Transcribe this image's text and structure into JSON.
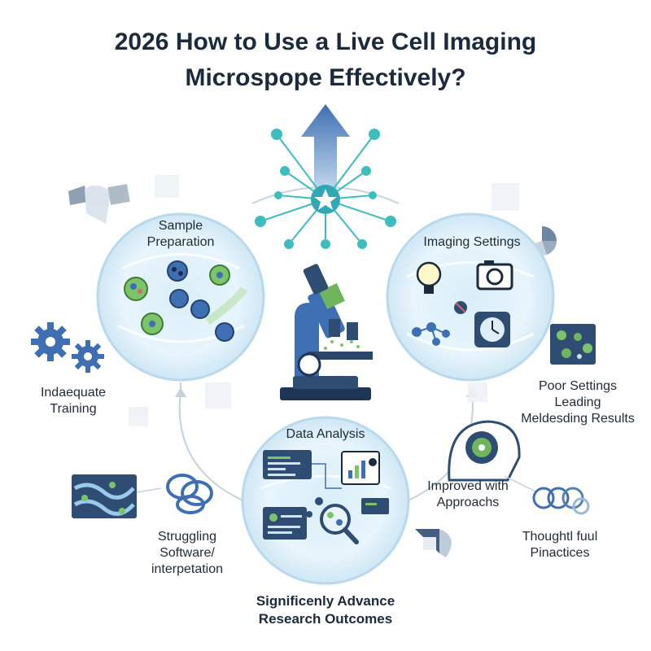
{
  "title": {
    "line1": "2026 How to Use a Live Cell Imaging",
    "line2": "Microspope Effectively?"
  },
  "nodes": {
    "sample_preparation": {
      "line1": "Sample",
      "line2": "Preparation"
    },
    "imaging_settings": {
      "label": "Imaging Settings"
    },
    "data_analysis": {
      "label": "Data Analysis"
    }
  },
  "challenges": {
    "inadequate_training": {
      "line1": "Indaequate",
      "line2": "Training"
    },
    "poor_settings": {
      "line1": "Poor Settings",
      "line2": "Leading",
      "line3": "Meldesding Results"
    },
    "struggling": {
      "line1": "Struggling",
      "line2": "Software/",
      "line3": "interpetation"
    }
  },
  "solutions": {
    "improved": {
      "line1": "Improved with",
      "line2": "Approachs"
    },
    "thoughtful": {
      "line1": "Thoughtl fuul",
      "line2": "Pinactices"
    }
  },
  "outcome": {
    "line1": "Significenly Advance",
    "line2": "Research Outcomes"
  },
  "colors": {
    "navy": "#1b2a3c",
    "blue": "#3f6fb3",
    "teal": "#4fc3c3",
    "green": "#7cc46a",
    "circle_fill": "#e6f3fb"
  },
  "icons": [
    "gear-icon",
    "lightbulb-icon",
    "camera-icon",
    "clock-icon",
    "microscope-icon",
    "brain-icon",
    "magnifier-icon",
    "arrow-up-icon",
    "star-icon"
  ]
}
